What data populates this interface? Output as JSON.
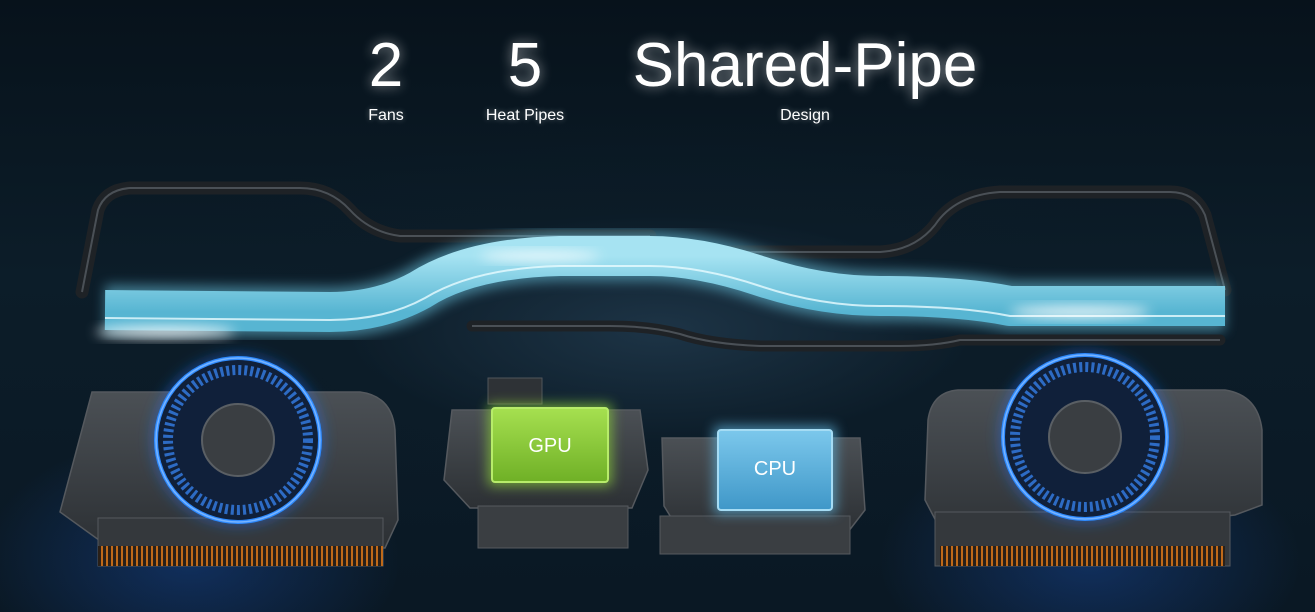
{
  "stats": [
    {
      "value": "2",
      "label": "Fans"
    },
    {
      "value": "5",
      "label": "Heat Pipes"
    },
    {
      "value": "Shared-Pipe",
      "label": "Design"
    }
  ],
  "chips": {
    "gpu": "GPU",
    "cpu": "CPU"
  },
  "colors": {
    "background": "#0a1824",
    "shared_pipe": "#7fd0e6",
    "gpu_chip": "#8ccf3a",
    "cpu_chip": "#5fb4dd",
    "fan_glow": "#2a7cff",
    "fin_copper": "#c06a1a",
    "heat_pipe": "#3a3f44"
  }
}
